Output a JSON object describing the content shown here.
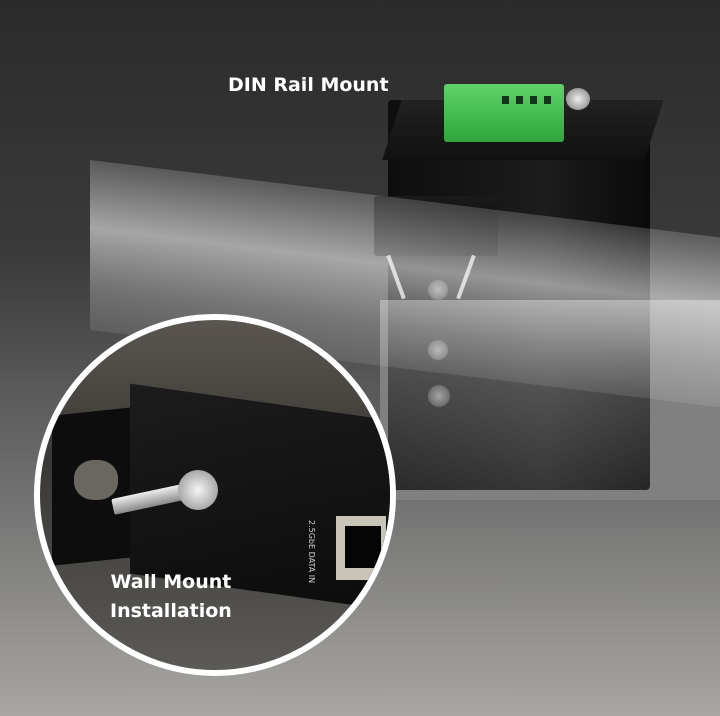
{
  "din_rail": {
    "label": "DIN Rail Mount"
  },
  "wall_mount": {
    "label_line1": "Wall Mount",
    "label_line2": "Installation"
  },
  "device": {
    "port_label": "2.5GbE DATA IN",
    "terminal_color": "#3cbf4a"
  }
}
